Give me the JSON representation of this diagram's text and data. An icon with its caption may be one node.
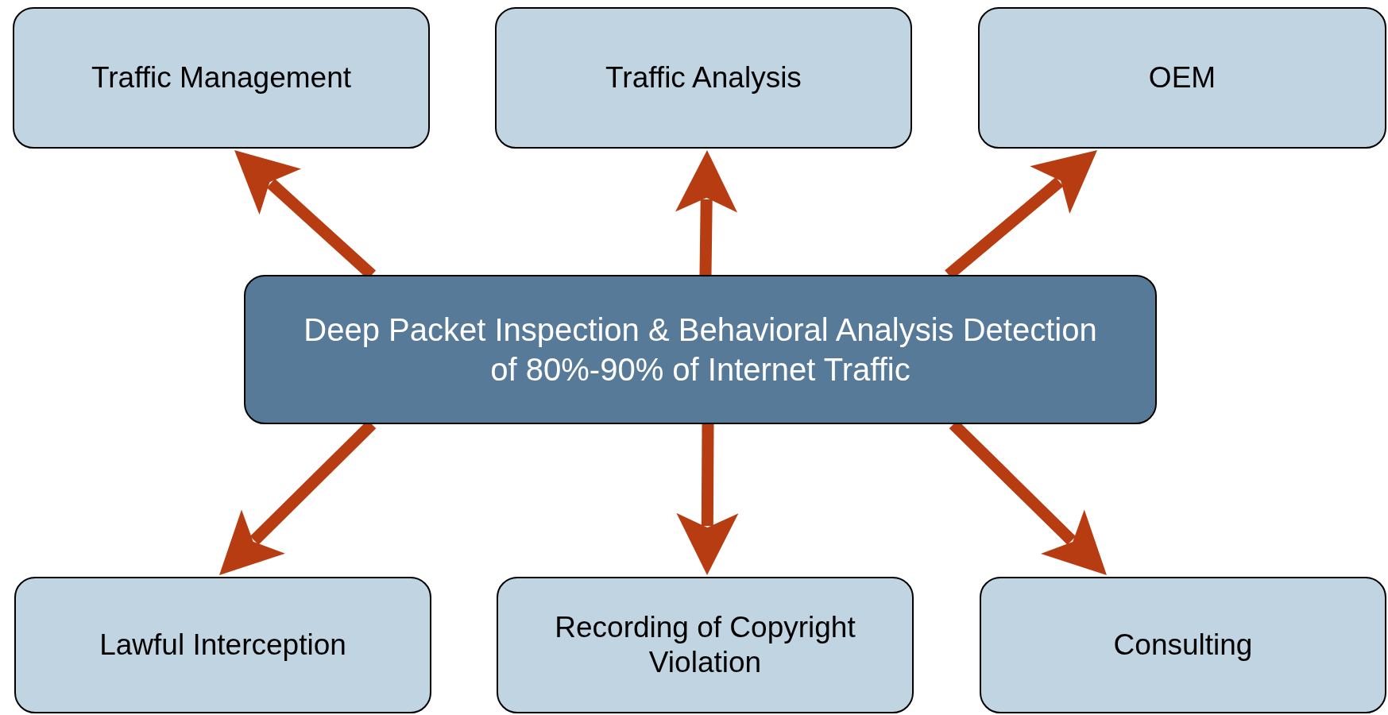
{
  "diagram": {
    "nodes": [
      {
        "text": [
          "Traffic Management"
        ]
      },
      {
        "text": [
          "Traffic Analysis"
        ]
      },
      {
        "text": [
          "OEM"
        ]
      },
      {
        "text": [
          "Deep Packet Inspection & Behavioral Analysis Detection of 80%-90% of Internet Traffic"
        ]
      },
      {
        "text": [
          "Lawful Interception"
        ]
      },
      {
        "text": [
          "Recording of Copyright Violation"
        ]
      },
      {
        "text": [
          "Consulting"
        ]
      }
    ],
    "edges": [
      {
        "from": 3,
        "to": 0,
        "arrow": "to"
      },
      {
        "from": 3,
        "to": 1,
        "arrow": "to"
      },
      {
        "from": 3,
        "to": 2,
        "arrow": "to"
      },
      {
        "from": 3,
        "to": 4,
        "arrow": "to"
      },
      {
        "from": 3,
        "to": 5,
        "arrow": "to"
      },
      {
        "from": 3,
        "to": 6,
        "arrow": "to"
      }
    ]
  }
}
